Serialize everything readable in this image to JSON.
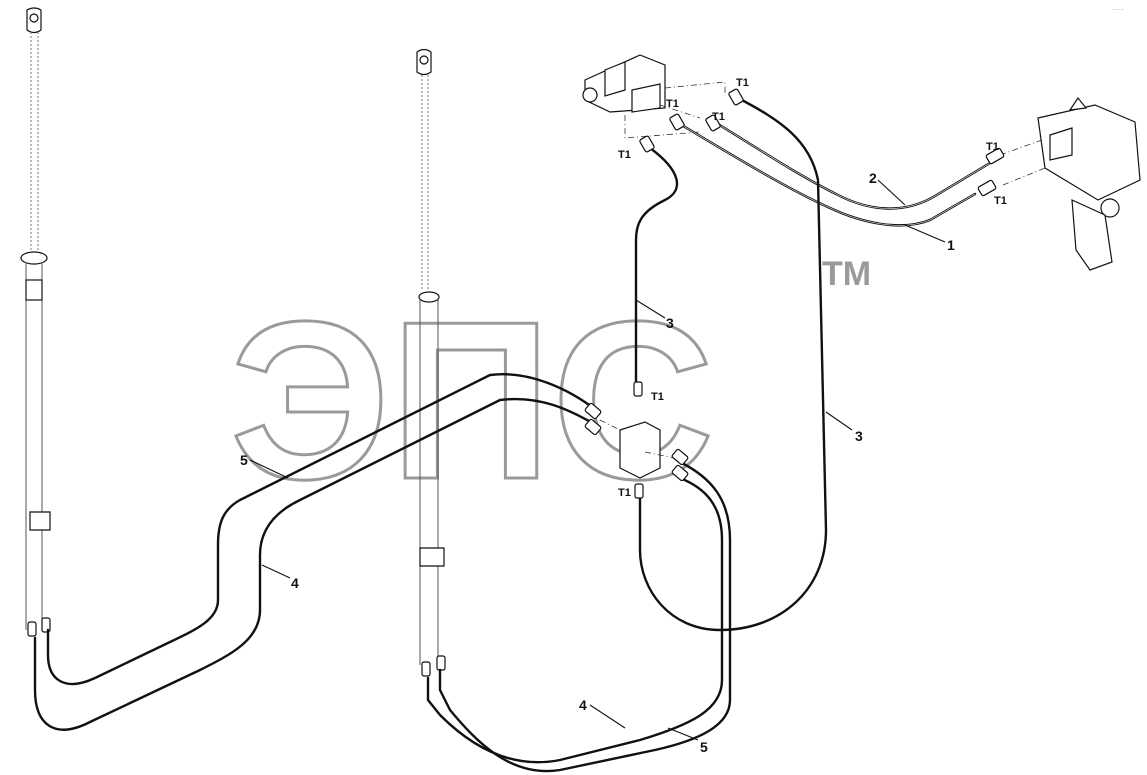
{
  "watermark": {
    "text": "ЭПС",
    "trademark": "TM"
  },
  "corner_mark": "... ...",
  "callouts": [
    {
      "id": "c1",
      "text": "1"
    },
    {
      "id": "c2",
      "text": "2"
    },
    {
      "id": "c3a",
      "text": "3"
    },
    {
      "id": "c3b",
      "text": "3"
    },
    {
      "id": "c4a",
      "text": "4"
    },
    {
      "id": "c4b",
      "text": "4"
    },
    {
      "id": "c5a",
      "text": "5"
    },
    {
      "id": "c5b",
      "text": "5"
    }
  ],
  "fitting_label": "T1"
}
